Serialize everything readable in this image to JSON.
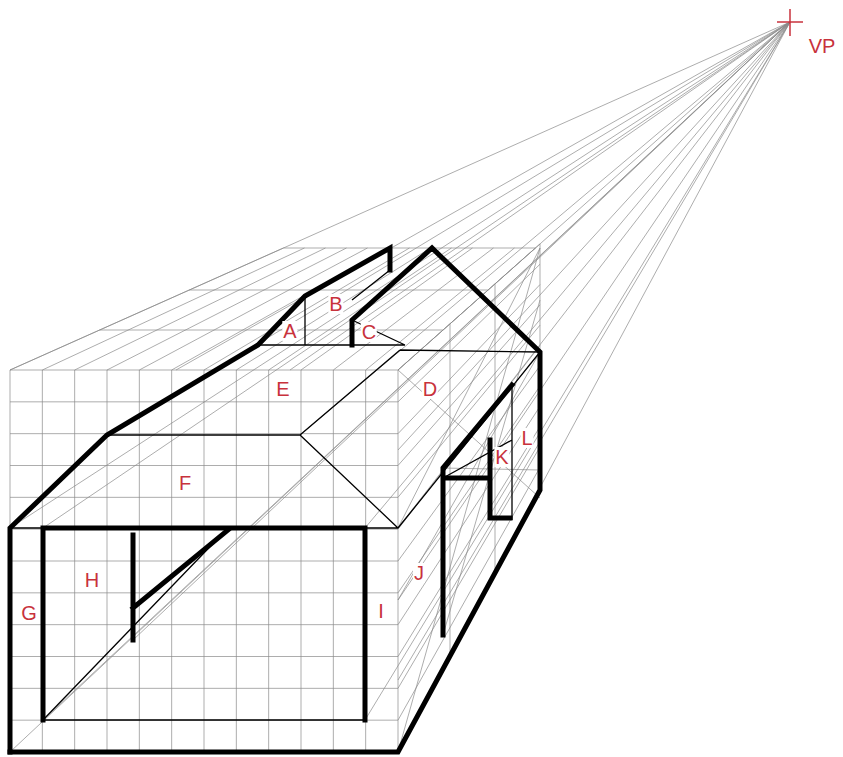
{
  "diagram": {
    "labels": [
      "VP",
      "B",
      "A",
      "C",
      "E",
      "D",
      "F",
      "K",
      "L",
      "H",
      "J",
      "G",
      "I"
    ]
  }
}
